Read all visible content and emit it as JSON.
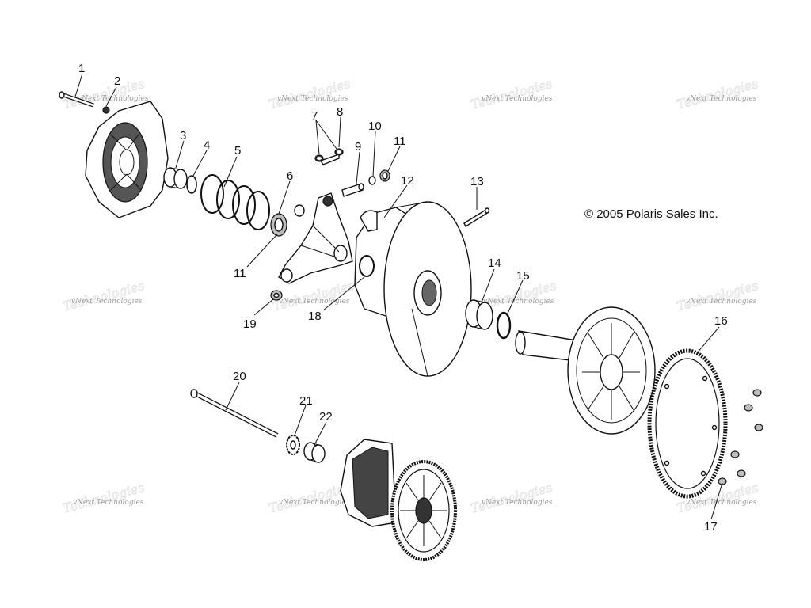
{
  "copyright": "© 2005 Polaris Sales Inc.",
  "watermark": {
    "text": "vNext Technologies"
  },
  "callouts": [
    {
      "n": "1"
    },
    {
      "n": "2"
    },
    {
      "n": "3"
    },
    {
      "n": "4"
    },
    {
      "n": "5"
    },
    {
      "n": "6"
    },
    {
      "n": "7"
    },
    {
      "n": "8"
    },
    {
      "n": "9"
    },
    {
      "n": "10"
    },
    {
      "n": "11"
    },
    {
      "n": "11"
    },
    {
      "n": "12"
    },
    {
      "n": "13"
    },
    {
      "n": "14"
    },
    {
      "n": "15"
    },
    {
      "n": "16"
    },
    {
      "n": "17"
    },
    {
      "n": "18"
    },
    {
      "n": "19"
    },
    {
      "n": "20"
    },
    {
      "n": "21"
    },
    {
      "n": "22"
    }
  ]
}
